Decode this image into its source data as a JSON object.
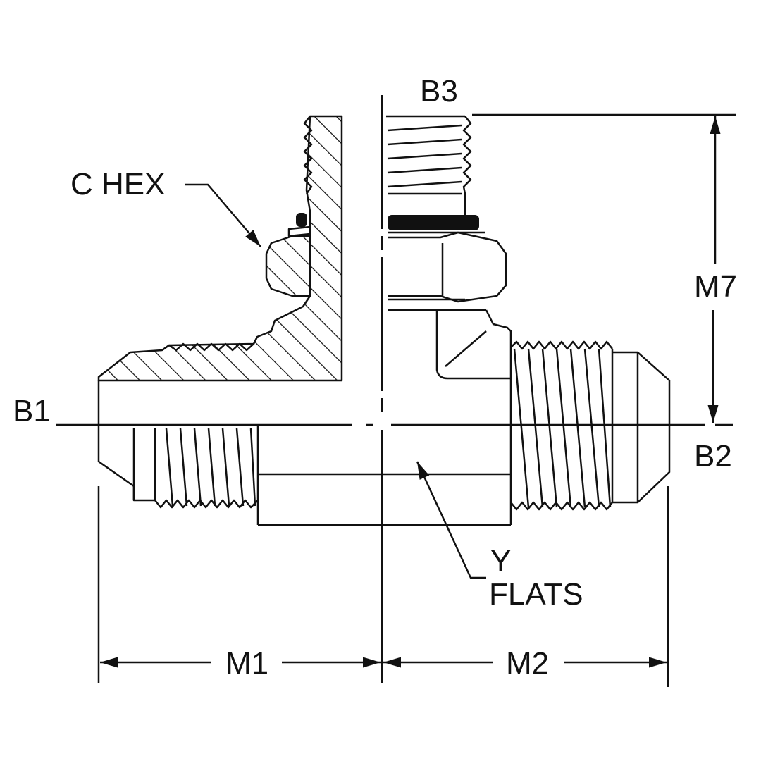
{
  "drawing": {
    "title": "Tee fitting — JIC male / SAE O-ring boss branch",
    "stroke_color": "#111111",
    "background": "#ffffff"
  },
  "labels": {
    "b1": "B1",
    "b2": "B2",
    "b3": "B3",
    "c_hex": "C HEX",
    "y": "Y",
    "flats": "FLATS",
    "m1": "M1",
    "m2": "M2",
    "m7": "M7"
  }
}
